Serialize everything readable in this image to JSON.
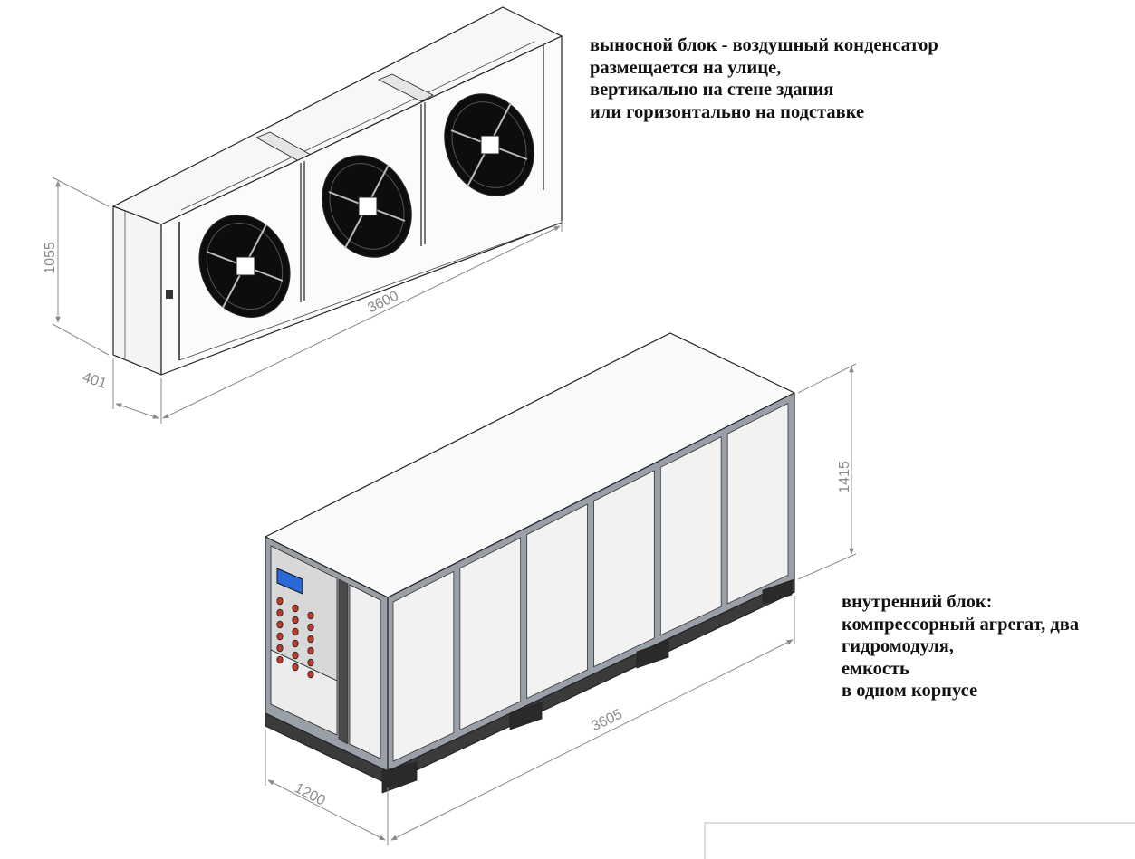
{
  "outdoor_unit": {
    "description": [
      "выносной блок - воздушный конденсатор",
      "размещается на улице,",
      "вертикально на стене здания",
      "или горизонтально на подставке"
    ],
    "dimensions": {
      "height": "1055",
      "length": "3600",
      "depth": "401"
    },
    "fan_count": 3
  },
  "indoor_unit": {
    "description": [
      "внутренний блок:",
      "компрессорный агрегат, два",
      "гидромодуля,",
      "емкость",
      "в одном корпусе"
    ],
    "dimensions": {
      "height": "1415",
      "length": "3605",
      "depth": "1200"
    },
    "side_panel_count": 6,
    "control_button_count": 18
  },
  "colors": {
    "frame": "#9aa0a8",
    "panel": "#f2f2f2",
    "fan": "#0d0d0d",
    "display": "#2a6ad8",
    "buttons": "#c0392b",
    "dimension_lines": "#8a8a8a"
  }
}
